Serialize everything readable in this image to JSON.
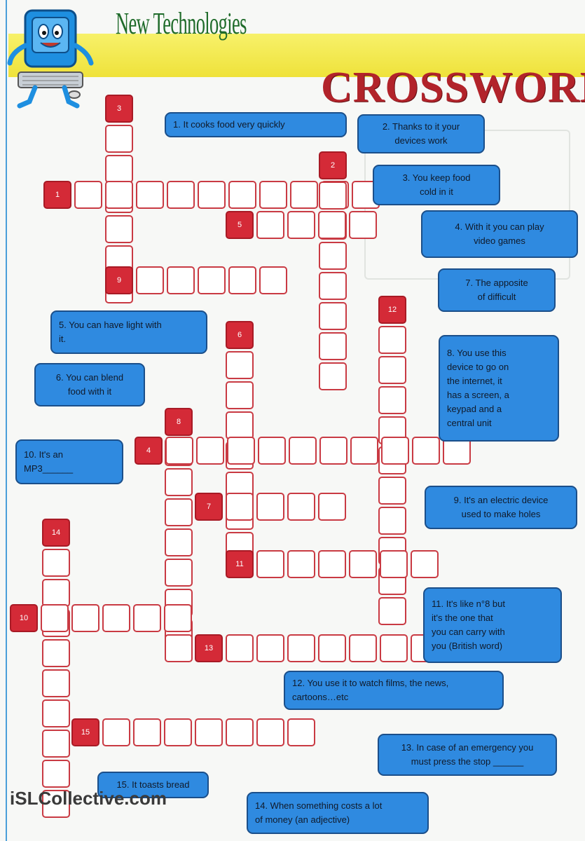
{
  "header": {
    "title": "New Technologies",
    "subtitle": "CROSSWORD"
  },
  "colors": {
    "banner": "#f2e84a",
    "cell_border": "#c93a43",
    "number_cell": "#d42a37",
    "clue_box": "#2f8ae0",
    "title_green": "#1f6b2a",
    "title_red": "#b2232a"
  },
  "mascot_icon": "computer-mascot-icon",
  "clues": [
    {
      "id": "1",
      "lines": [
        "1.   It cooks food very quickly"
      ]
    },
    {
      "id": "2",
      "lines": [
        "2.   Thanks to it your",
        "devices work"
      ]
    },
    {
      "id": "3",
      "lines": [
        "3.   You keep food",
        "cold in it"
      ]
    },
    {
      "id": "4",
      "lines": [
        "4.   With it you can play",
        "video games"
      ]
    },
    {
      "id": "7",
      "lines": [
        "7.   The apposite",
        "of difficult"
      ]
    },
    {
      "id": "5",
      "lines": [
        "5.   You can have light with",
        "it."
      ]
    },
    {
      "id": "6",
      "lines": [
        "6.   You can blend",
        "food with it"
      ]
    },
    {
      "id": "8",
      "lines": [
        "8.   You use this",
        "device to go on",
        "the internet, it",
        "has a screen, a",
        "keypad and a",
        "central unit"
      ]
    },
    {
      "id": "10",
      "lines": [
        "10. It's an",
        "MP3______"
      ]
    },
    {
      "id": "9",
      "lines": [
        "9.   It's an electric device",
        "used to make holes"
      ]
    },
    {
      "id": "11",
      "lines": [
        "11. It's like n°8 but",
        "it's the one that",
        "you can carry with",
        "you (British word)"
      ]
    },
    {
      "id": "12",
      "lines": [
        "12. You use it to watch films, the news,",
        "cartoons…etc"
      ]
    },
    {
      "id": "13",
      "lines": [
        "13. In case of an emergency you",
        "must press the stop ______"
      ]
    },
    {
      "id": "15",
      "lines": [
        "15. It toasts bread"
      ]
    },
    {
      "id": "14",
      "lines": [
        "14. When something costs a lot",
        "of money (an adjective)"
      ]
    }
  ],
  "watermark": "iSLCollective.com"
}
